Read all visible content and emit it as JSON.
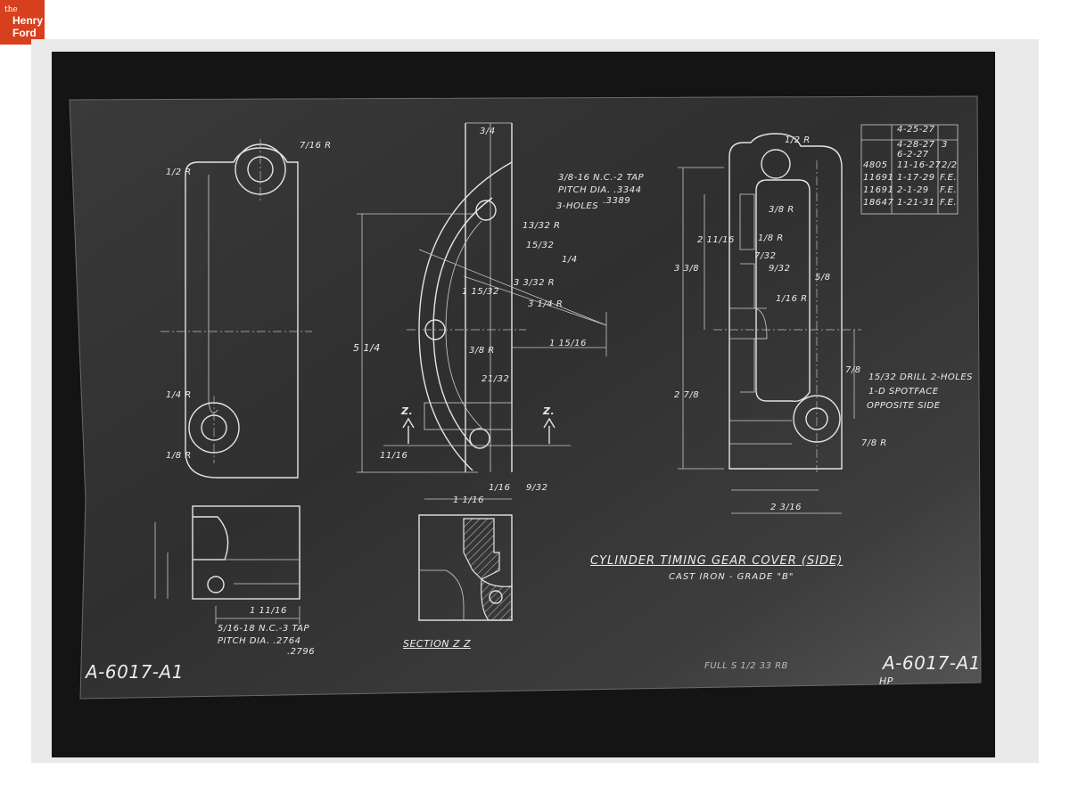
{
  "logo": {
    "line1": "the",
    "line2": "Henry",
    "line3": "Ford"
  },
  "drawing": {
    "title": "CYLINDER TIMING GEAR COVER (SIDE)",
    "material": "CAST IRON - GRADE \"B\"",
    "number_left": "A-6017-A1",
    "number_right": "A-6017-A1",
    "initials": "HP",
    "section_label": "SECTION Z Z",
    "section_mark": "Z.",
    "tap_note_1": [
      "3/8-16 N.C.-2 TAP",
      "PITCH DIA. .3344",
      ".3389",
      "3-HOLES"
    ],
    "tap_note_2": [
      "5/16-18 N.C.-3 TAP",
      "PITCH DIA. .2764",
      ".2796"
    ],
    "drill_note": [
      "15/32 DRILL 2-HOLES",
      "1-D SPOTFACE",
      "OPPOSITE SIDE"
    ],
    "dims": [
      "7/16 R",
      "1/2 R",
      "1/4 R",
      "1/8 R",
      "3/4",
      "13/32 R",
      "15/32",
      "1/4",
      "3 3/32 R",
      "1 15/32",
      "3 1/4 R",
      "5 1/4",
      "1 15/16",
      "3/8 R",
      "21/32",
      "11/16",
      "1 1/16",
      "9/32",
      "1/16",
      "1 11/16",
      "3 3/8",
      "2 11/16",
      "2 7/8",
      "7/8",
      "2 3/16",
      "7/8 R",
      "1/2 R",
      "3/8 R",
      "1/8 R",
      "1/16 R",
      "7/32",
      "9/32",
      "5/8"
    ],
    "revisions": [
      {
        "date": "4-25-27",
        "note": ""
      },
      {
        "date": "4-28-27",
        "note": "3"
      },
      {
        "date": "6-2-27",
        "note": ""
      },
      {
        "date": "11-16-27",
        "note": "2/2",
        "ref": "4805"
      },
      {
        "date": "1-17-29",
        "note": "F.E.",
        "ref": "11691"
      },
      {
        "date": "2-1-29",
        "note": "F.E.",
        "ref": "11691"
      },
      {
        "date": "1-21-31",
        "note": "F.E.",
        "ref": "18647"
      }
    ],
    "scale_note": "FULL S 1/2 33 RB"
  }
}
